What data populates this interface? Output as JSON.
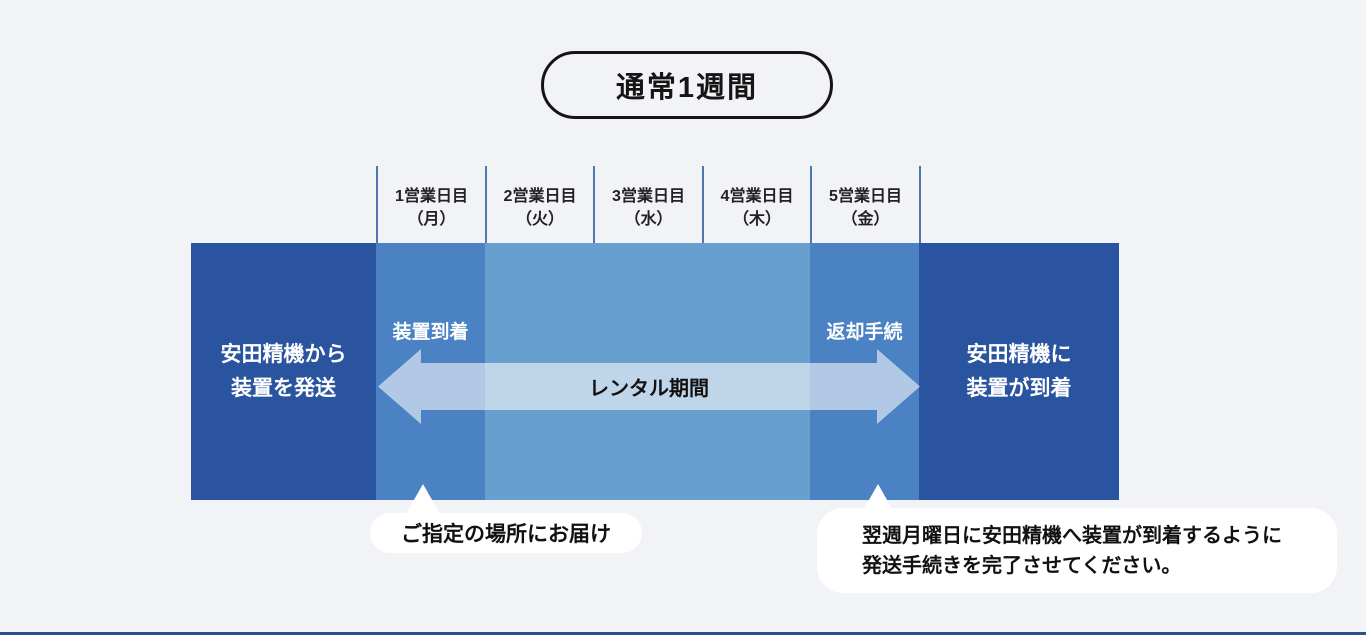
{
  "badge": {
    "label": "通常1週間"
  },
  "timeline": {
    "days": [
      {
        "line1": "1営業日目",
        "line2": "（月）"
      },
      {
        "line1": "2営業日目",
        "line2": "（火）"
      },
      {
        "line1": "3営業日目",
        "line2": "（水）"
      },
      {
        "line1": "4営業日目",
        "line2": "（木）"
      },
      {
        "line1": "5営業日目",
        "line2": "（金）"
      }
    ],
    "left_block": {
      "line1": "安田精機から",
      "line2": "装置を発送"
    },
    "right_block": {
      "line1": "安田精機に",
      "line2": "装置が到着"
    },
    "monday_event": "装置到着",
    "friday_event": "返却手続",
    "arrow_label": "レンタル期間"
  },
  "callouts": {
    "left": {
      "text": "ご指定の場所にお届け"
    },
    "right": {
      "line1": "翌週月曜日に安田精機へ装置が到着するように",
      "line2": "発送手続きを完了させてください。"
    }
  },
  "colors": {
    "page_background": "#f2f3f7",
    "dark_block": "#2a54a0",
    "medium_column": "#4a82c4",
    "light_middle": "#699fce",
    "divider_line": "#4d77ad",
    "arrow_fill": "rgba(255,255,255,0.57)",
    "bottom_strip": "#2c4f8a",
    "callout_background": "#ffffff"
  }
}
